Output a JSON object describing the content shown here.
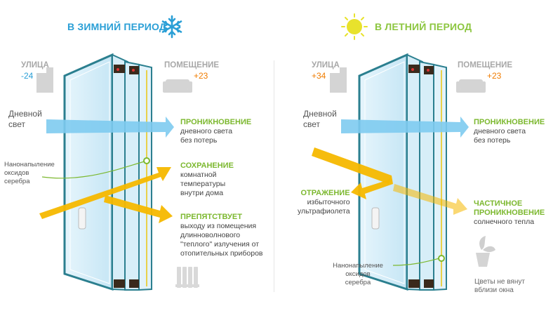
{
  "winter": {
    "title": "В ЗИМНИЙ ПЕРИОД",
    "icon": "snowflake-icon",
    "street_label": "УЛИЦА",
    "street_value": "-24",
    "room_label": "ПОМЕЩЕНИЕ",
    "room_value": "+23",
    "daylight": [
      "Дневной",
      "свет"
    ],
    "coating": [
      "Нанонапыление",
      "оксидов",
      "серебра"
    ],
    "blocks": [
      {
        "heading": [
          "ПРОНИКНОВЕНИЕ"
        ],
        "text": [
          "дневного света",
          "без потерь"
        ]
      },
      {
        "heading": [
          "СОХРАНЕНИЕ"
        ],
        "text": [
          "комнатной",
          "температуры",
          "внутри дома"
        ]
      },
      {
        "heading": [
          "ПРЕПЯТСТВУЕТ"
        ],
        "text": [
          "выходу из помещения",
          "длинноволнового",
          "\"теплого\" излучения от",
          "отопительных приборов"
        ]
      }
    ]
  },
  "summer": {
    "title": "В ЛЕТНИЙ ПЕРИОД",
    "icon": "sun-icon",
    "street_label": "УЛИЦА",
    "street_value": "+34",
    "room_label": "ПОМЕЩЕНИЕ",
    "room_value": "+23",
    "daylight": [
      "Дневной",
      "свет"
    ],
    "reflection": {
      "heading": [
        "ОТРАЖЕНИЕ"
      ],
      "text": [
        "избыточного",
        "ультрафиолета"
      ]
    },
    "penetration": {
      "heading": [
        "ПРОНИКНОВЕНИЕ"
      ],
      "text": [
        "дневного света",
        "без потерь"
      ]
    },
    "partial": {
      "heading": [
        "ЧАСТИЧНОЕ",
        "ПРОНИКНОВЕНИЕ"
      ],
      "text": [
        "солнечного тепла"
      ]
    },
    "coating": [
      "Нанонапыление",
      "оксидов",
      "серебра"
    ],
    "flowers": [
      "Цветы не вянут",
      "вблизи окна"
    ]
  },
  "colors": {
    "frame": "#2b7f8f",
    "glass": "#cfeaf7",
    "blue_arrow": "#7ecbef",
    "yellow_arrow": "#f6b800",
    "green_text": "#7cb82f",
    "orange_text": "#f07c00",
    "blue_text": "#2a9fd6"
  }
}
